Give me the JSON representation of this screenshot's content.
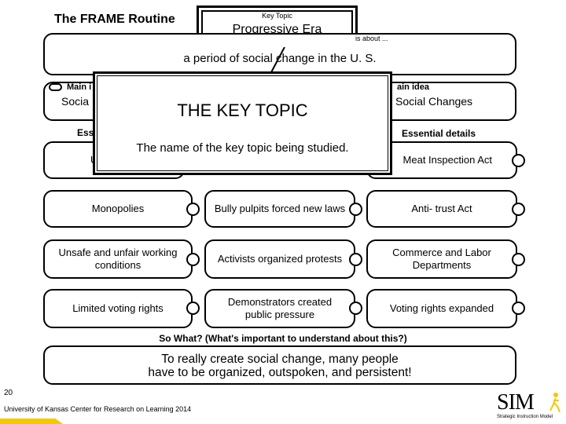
{
  "header": {
    "routine_title": "The FRAME Routine",
    "key_topic_label": "Key Topic",
    "key_topic_value": "Progressive Era",
    "is_about_label": "is about ...",
    "is_about_value": "a period of social change in the U. S."
  },
  "main_ideas": {
    "left_label": "Main i",
    "left_value": "Socia",
    "right_label": "ain idea",
    "right_value": "Social Changes"
  },
  "essential_details": {
    "left_label": "Ess",
    "right_label": "Essential details"
  },
  "popup": {
    "title": "THE KEY TOPIC",
    "description": "The name of the key topic being studied."
  },
  "rows": [
    {
      "left": "U",
      "middle": "",
      "right": "Meat Inspection Act"
    },
    {
      "left": "Monopolies",
      "middle": "Bully pulpits forced new laws",
      "right": "Anti- trust Act"
    },
    {
      "left": "Unsafe and unfair working conditions",
      "middle": "Activists organized protests",
      "right": "Commerce and Labor Departments"
    },
    {
      "left": "Limited voting rights",
      "middle": "Demonstrators created public pressure",
      "right": "Voting rights expanded"
    }
  ],
  "so_what": {
    "label": "So What? (What's important to understand about this?)",
    "line1": "To really create social change, many people",
    "line2": "have to be organized, outspoken, and persistent!"
  },
  "footer": {
    "page_number": "20",
    "credit": "University of Kansas Center for Research on Learning 2014",
    "logo_text": "SIM",
    "logo_subtext": "Strategic Instruction Model"
  },
  "colors": {
    "accent_yellow": "#f5c800",
    "border": "#000000"
  }
}
